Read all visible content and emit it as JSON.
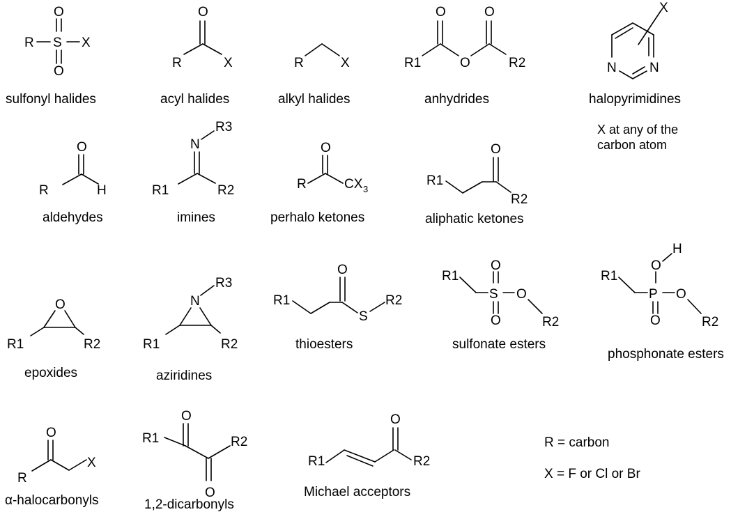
{
  "captions": {
    "sulfonyl_halides": "sulfonyl halides",
    "acyl_halides": "acyl halides",
    "alkyl_halides": "alkyl halides",
    "anhydrides": "anhydrides",
    "halopyrimidines": "halopyrimidines",
    "halopyrimidines_note_1": "X at any of the",
    "halopyrimidines_note_2": "carbon atom",
    "aldehydes": "aldehydes",
    "imines": "imines",
    "perhalo_ketones": "perhalo ketones",
    "aliphatic_ketones": "aliphatic ketones",
    "epoxides": "epoxides",
    "aziridines": "aziridines",
    "thioesters": "thioesters",
    "sulfonate_esters": "sulfonate esters",
    "phosphonate_esters": "phosphonate esters",
    "alpha_halocarbonyls": "α-halocarbonyls",
    "dicarbonyls": "1,2-dicarbonyls",
    "michael_acceptors": "Michael acceptors"
  },
  "legend": {
    "r_definition": "R = carbon",
    "x_definition": "X = F or Cl or Br"
  },
  "atoms": {
    "R": "R",
    "R1": "R1",
    "R2": "R2",
    "R3": "R3",
    "X": "X",
    "O": "O",
    "S": "S",
    "N": "N",
    "H": "H",
    "P": "P",
    "CX": "CX",
    "sub3": "3"
  }
}
